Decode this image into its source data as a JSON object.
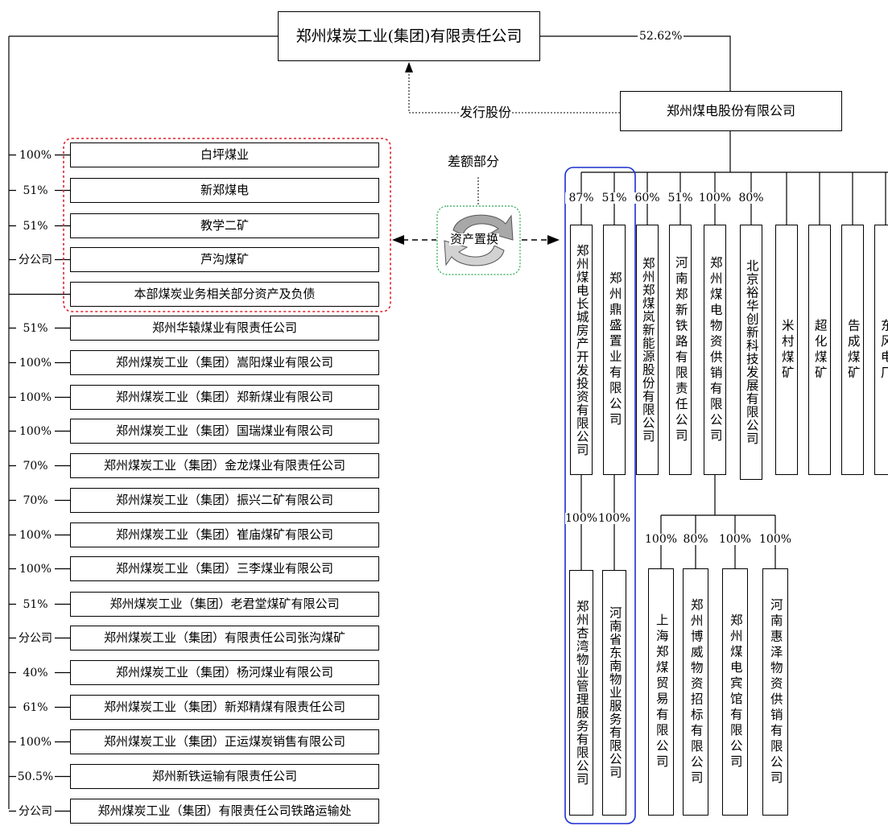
{
  "top_company": "郑州煤炭工业(集团)有限责任公司",
  "top_share": "52.62%",
  "listed_company": "郑州煤电股份有限公司",
  "issue_shares_label": "发行股份",
  "difference_label": "差额部分",
  "asset_swap_label": "资产置换",
  "left_items": [
    {
      "label": "100%",
      "name": "白坪煤业"
    },
    {
      "label": "51%",
      "name": "新郑煤电"
    },
    {
      "label": "51%",
      "name": "教学二矿"
    },
    {
      "label": "分公司",
      "name": "芦沟煤矿"
    },
    {
      "label": "",
      "name": "本部煤炭业务相关部分资产及负债"
    },
    {
      "label": "51%",
      "name": "郑州华辕煤业有限责任公司"
    },
    {
      "label": "100%",
      "name": "郑州煤炭工业（集团）嵩阳煤业有限公司"
    },
    {
      "label": "100%",
      "name": "郑州煤炭工业（集团）郑新煤业有限公司"
    },
    {
      "label": "100%",
      "name": "郑州煤炭工业（集团）国瑞煤业有限公司"
    },
    {
      "label": "70%",
      "name": "郑州煤炭工业（集团）金龙煤业有限责任公司"
    },
    {
      "label": "70%",
      "name": "郑州煤炭工业（集团）振兴二矿有限公司"
    },
    {
      "label": "100%",
      "name": "郑州煤炭工业（集团）崔庙煤矿有限公司"
    },
    {
      "label": "100%",
      "name": "郑州煤炭工业（集团）三李煤业有限公司"
    },
    {
      "label": "51%",
      "name": "郑州煤炭工业（集团）老君堂煤矿有限公司"
    },
    {
      "label": "分公司",
      "name": "郑州煤炭工业（集团）有限责任公司张沟煤矿"
    },
    {
      "label": "40%",
      "name": "郑州煤炭工业（集团）杨河煤业有限公司"
    },
    {
      "label": "61%",
      "name": "郑州煤炭工业（集团）新郑精煤有限责任公司"
    },
    {
      "label": "100%",
      "name": "郑州煤炭工业（集团）正运煤炭销售有限公司"
    },
    {
      "label": "50.5%",
      "name": "郑州新铁运输有限责任公司"
    },
    {
      "label": "分公司",
      "name": "郑州煤炭工业（集团）有限责任公司铁路运输处"
    }
  ],
  "right_subs": [
    {
      "pct": "87%",
      "name": "郑州煤电长城房产开发投资有限公司"
    },
    {
      "pct": "51%",
      "name": "郑州鼎盛置业有限公司"
    },
    {
      "pct": "60%",
      "name": "郑州郑煤岚新能源股份有限公司"
    },
    {
      "pct": "51%",
      "name": "河南郑新铁路有限责任公司"
    },
    {
      "pct": "100%",
      "name": "郑州煤电物资供销有限公司"
    },
    {
      "pct": "80%",
      "name": "北京裕华创新科技发展有限公司"
    },
    {
      "pct": "",
      "name": "米村煤矿"
    },
    {
      "pct": "",
      "name": "超化煤矿"
    },
    {
      "pct": "",
      "name": "告成煤矿"
    },
    {
      "pct": "",
      "name": "东风电厂"
    }
  ],
  "sub_subs_left": [
    {
      "pct": "100%",
      "name": "郑州杏湾物业管理服务有限公司"
    },
    {
      "pct": "100%",
      "name": "河南省东南物业服务有限公司"
    }
  ],
  "sub_subs_material": [
    {
      "pct": "100%",
      "name": "上海郑煤贸易有限公司"
    },
    {
      "pct": "80%",
      "name": "郑州博威物资招标有限公司"
    },
    {
      "pct": "100%",
      "name": "郑州煤电宾馆有限公司"
    },
    {
      "pct": "100%",
      "name": "河南惠泽物资供销有限公司"
    }
  ],
  "colors": {
    "line": "#000000",
    "red_dashed_border": "#e0202a",
    "blue_border": "#1a2fd0",
    "green_dotted_border": "#2aa84a",
    "swap_icon_gray": "#a8a8a8"
  }
}
